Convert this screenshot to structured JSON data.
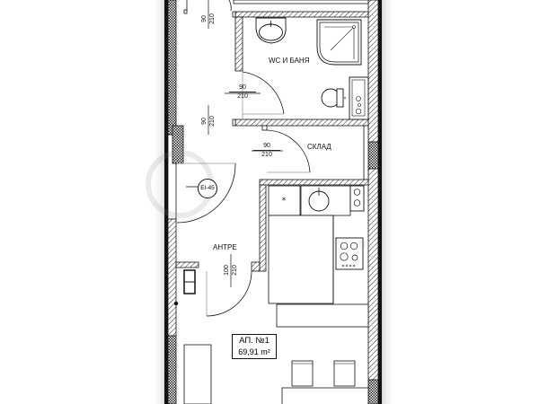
{
  "floor_plan": {
    "rooms": [
      {
        "id": "wc_bath",
        "label": "WC И БАНЯ"
      },
      {
        "id": "storage",
        "label": "СКЛАД"
      },
      {
        "id": "entry",
        "label": "АНТРЕ"
      }
    ],
    "apartment": {
      "title": "АП. №1",
      "area": "69,91 m²"
    },
    "fire_door": {
      "label": "EI-45"
    },
    "door_dimensions": [
      {
        "id": "d_top",
        "width": "90",
        "height": "210",
        "orientation": "vertical"
      },
      {
        "id": "d_bath",
        "width": "90",
        "height": "210",
        "orientation": "horizontal"
      },
      {
        "id": "d_mid",
        "width": "90",
        "height": "210",
        "orientation": "vertical"
      },
      {
        "id": "d_storage",
        "width": "90",
        "height": "210",
        "orientation": "horizontal"
      },
      {
        "id": "d_entry",
        "width": "100",
        "height": "210",
        "orientation": "vertical"
      }
    ],
    "colors": {
      "wall_outline": "#111111",
      "background": "#ffffff",
      "hatch": "#444444"
    }
  }
}
